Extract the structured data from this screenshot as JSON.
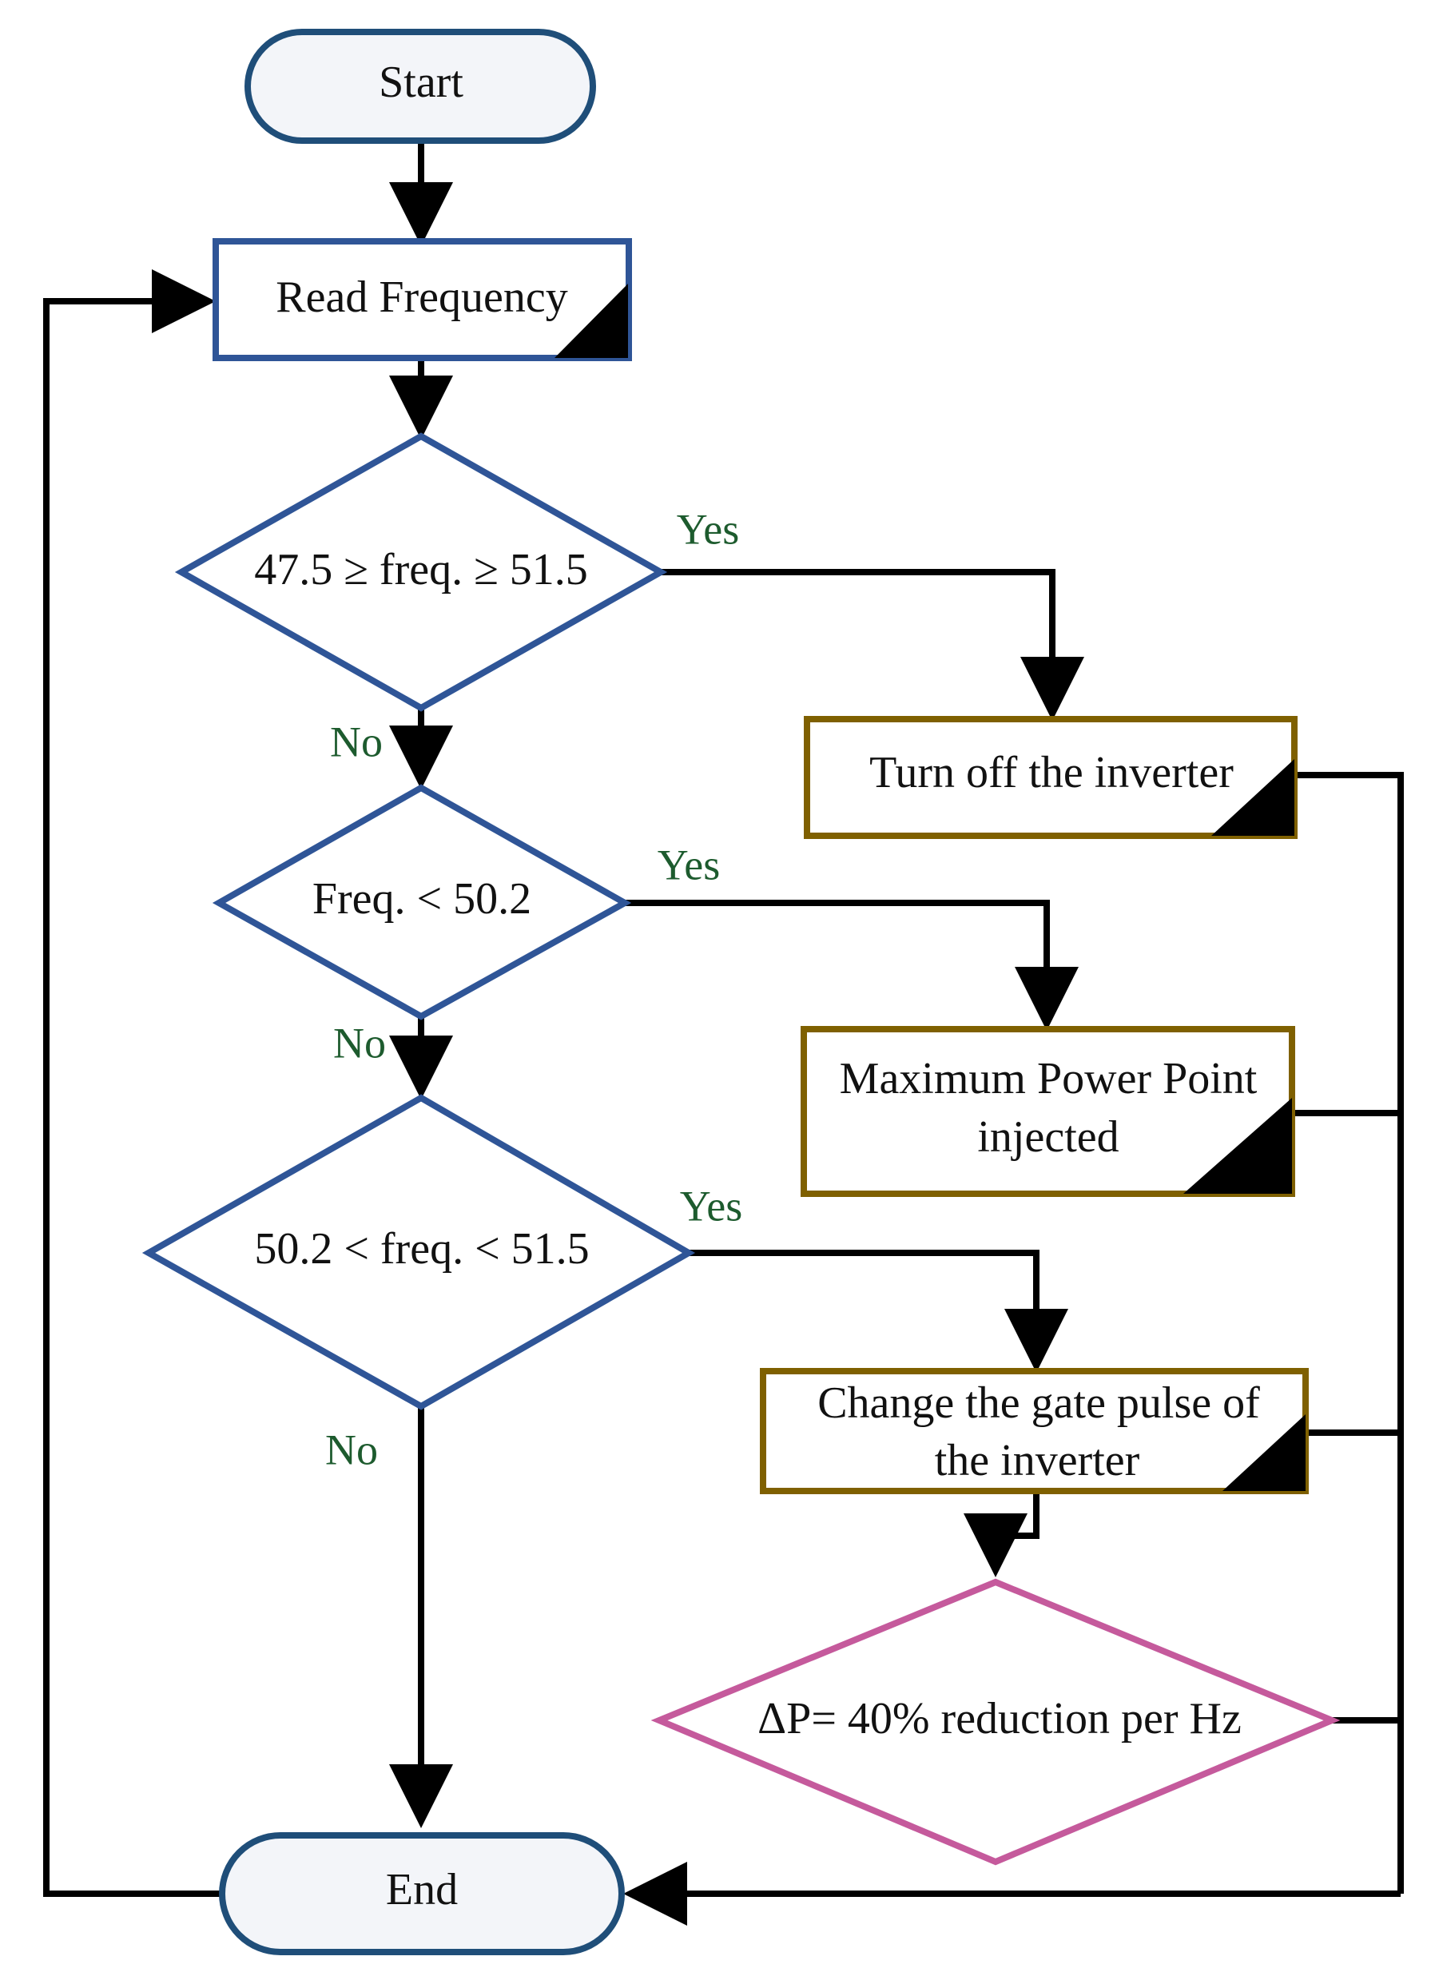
{
  "nodes": {
    "start": "Start",
    "read_frequency": "Read Frequency",
    "decision1": "47.5 ≥  freq. ≥ 51.5",
    "decision2": "Freq. < 50.2",
    "decision3": "50.2 <  freq. < 51.5",
    "turn_off": "Turn off the inverter",
    "mpp": [
      "Maximum Power Point",
      "injected"
    ],
    "change_gate": [
      "Change the gate pulse of",
      "the inverter"
    ],
    "delta_p": "ΔP= 40% reduction per Hz",
    "end": "End"
  },
  "branch_labels": {
    "yes1": "Yes",
    "no1": "No",
    "yes2": "Yes",
    "no2": "No",
    "yes3": "Yes",
    "no3": "No"
  },
  "colors": {
    "terminal_fill": "#f3f5f9",
    "terminal_stroke": "#1f4e79",
    "process_stroke": "#2f5597",
    "decision_stroke": "#2f5597",
    "action_stroke": "#7f6000",
    "special_stroke": "#c55a9c",
    "connector": "#000000",
    "branch_label": "#1d5b2e"
  }
}
